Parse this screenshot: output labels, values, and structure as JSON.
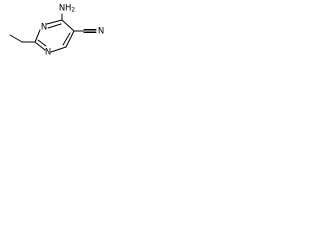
{
  "molecule": {
    "atoms": {
      "amine_n": "N",
      "amine_h": "H",
      "amine_h_count": "2",
      "ring_n_top": "N",
      "ring_n_bottom": "N",
      "nitrile_n": "N"
    }
  }
}
